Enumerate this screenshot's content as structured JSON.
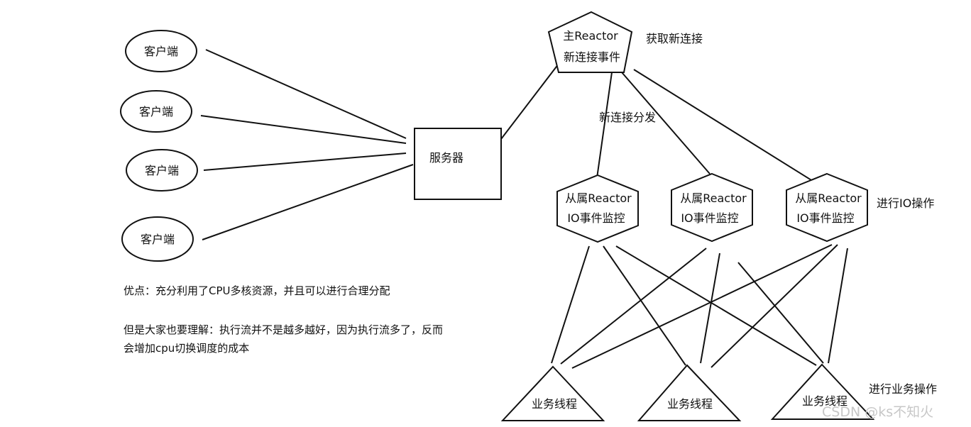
{
  "clients": [
    "客户端",
    "客户端",
    "客户端",
    "客户端"
  ],
  "server": "服务器",
  "main_reactor": {
    "line1": "主Reactor",
    "line2": "新连接事件"
  },
  "labels": {
    "get_new_conn": "获取新连接",
    "dispatch": "新连接分发",
    "io_ops": "进行IO操作",
    "biz_ops": "进行业务操作"
  },
  "sub_reactors": [
    {
      "line1": "从属Reactor",
      "line2": "IO事件监控"
    },
    {
      "line1": "从属Reactor",
      "line2": "IO事件监控"
    },
    {
      "line1": "从属Reactor",
      "line2": "IO事件监控"
    }
  ],
  "workers": [
    "业务线程",
    "业务线程",
    "业务线程"
  ],
  "notes": {
    "pros": "优点：充分利用了CPU多核资源，并且可以进行合理分配",
    "cons_line1": "但是大家也要理解：执行流并不是越多越好，因为执行流多了，反而",
    "cons_line2": "会增加cpu切换调度的成本"
  },
  "watermark": "CSDN @ks不知火"
}
